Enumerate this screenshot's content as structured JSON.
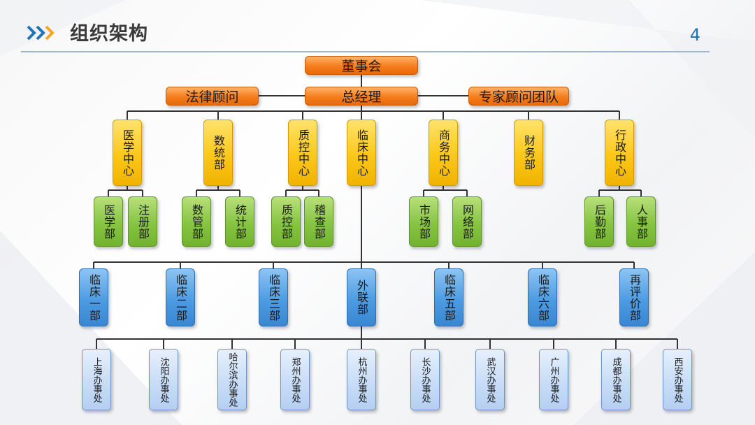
{
  "header": {
    "title": "组织架构",
    "page_number": "4",
    "accent_colors": [
      "#1f73b7",
      "#f5a623"
    ]
  },
  "colors": {
    "orange": "#f57d1c",
    "yellow": "#fbc71a",
    "green": "#86c442",
    "blue": "#4d9be2",
    "light_blue": "#c6dbf6",
    "connector": "#333333"
  },
  "chart": {
    "top": {
      "board": "董事会",
      "gm": "总经理",
      "legal": "法律顾问",
      "experts": "专家顾问团队"
    },
    "centers": [
      {
        "label": "医学中心",
        "subs": [
          "医学部",
          "注册部"
        ]
      },
      {
        "label": "数统部",
        "subs": [
          "数管部",
          "统计部"
        ]
      },
      {
        "label": "质控中心",
        "subs": [
          "质控部",
          "稽查部"
        ]
      },
      {
        "label": "临床中心",
        "subs": []
      },
      {
        "label": "商务中心",
        "subs": [
          "市场部",
          "网络部"
        ]
      },
      {
        "label": "财务部",
        "subs": []
      },
      {
        "label": "行政中心",
        "subs": [
          "后勤部",
          "人事部"
        ]
      }
    ],
    "clinical_depts": [
      "临床一部",
      "临床二部",
      "临床三部",
      "外联部",
      "临床五部",
      "临床六部",
      "再评价部"
    ],
    "offices": [
      "上海办事处",
      "沈阳办事处",
      "哈尔滨办事处",
      "郑州办事处",
      "杭州办事处",
      "长沙办事处",
      "武汉办事处",
      "广州办事处",
      "成都办事处",
      "西安办事处"
    ]
  }
}
